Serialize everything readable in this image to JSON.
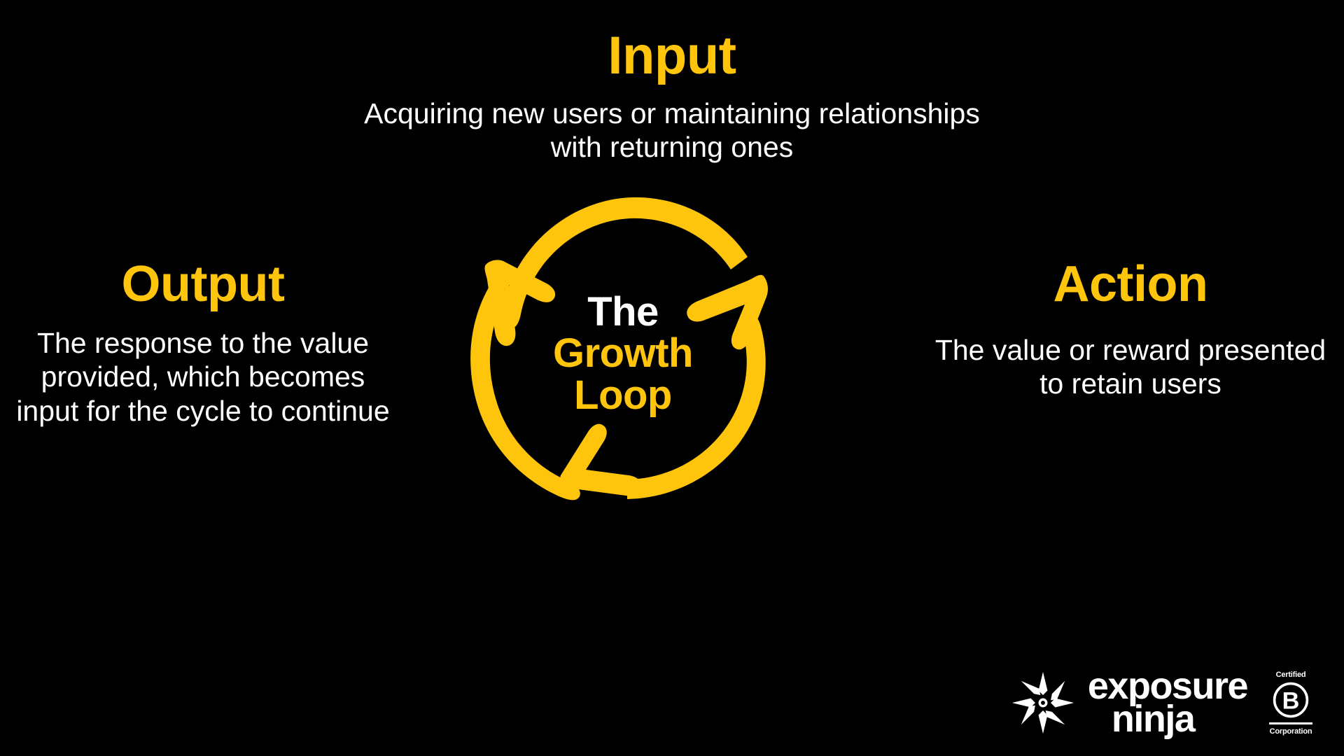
{
  "background_color": "#000000",
  "accent_color": "#FFC40C",
  "text_color": "#FFFFFF",
  "diagram": {
    "title": "The Growth Loop",
    "type": "cycle",
    "center": {
      "line1": "The",
      "line2": "Growth",
      "line3": "Loop",
      "line1_color": "#FFFFFF",
      "line2_color": "#FFC40C",
      "line3_color": "#FFC40C"
    },
    "nodes": [
      {
        "id": "input",
        "position": "top",
        "heading": "Input",
        "heading_color": "#FFC40C",
        "description": "Acquiring new users or maintaining relationships with returning ones"
      },
      {
        "id": "action",
        "position": "right",
        "heading": "Action",
        "heading_color": "#FFC40C",
        "description": "The value or reward presented to retain users"
      },
      {
        "id": "output",
        "position": "left",
        "heading": "Output",
        "heading_color": "#FFC40C",
        "description": "The response to the value provided, which becomes input for the cycle to continue"
      }
    ],
    "arrows": [
      {
        "from": "output",
        "to": "input",
        "direction": "clockwise",
        "style": "hand-drawn"
      },
      {
        "from": "input",
        "to": "action",
        "direction": "clockwise",
        "style": "hand-drawn"
      },
      {
        "from": "action",
        "to": "output",
        "direction": "clockwise",
        "style": "hand-drawn"
      }
    ]
  },
  "branding": {
    "exposure_ninja": {
      "word_top": "exposure",
      "word_bottom": "ninja",
      "icon": "shuriken-icon"
    },
    "bcorp": {
      "certified": "Certified",
      "letter": "B",
      "corporation": "Corporation"
    }
  }
}
